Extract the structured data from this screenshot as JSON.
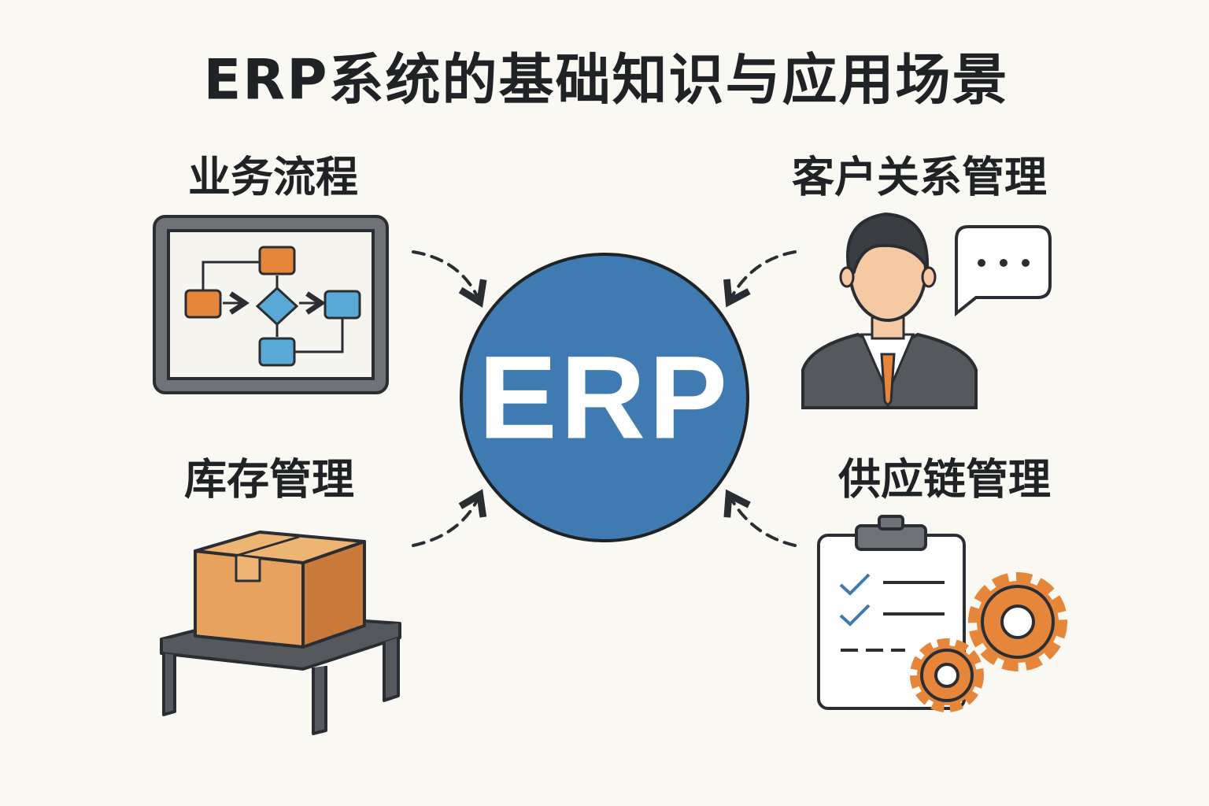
{
  "title": "ERP系统的基础知识与应用场景",
  "center": {
    "label": "ERP",
    "color": "#3f7bb0"
  },
  "modules": [
    {
      "label": "业务流程",
      "icon": "flowchart-icon"
    },
    {
      "label": "客户关系管理",
      "icon": "businessman-chat-icon"
    },
    {
      "label": "库存管理",
      "icon": "box-on-shelf-icon"
    },
    {
      "label": "供应链管理",
      "icon": "clipboard-gears-icon"
    }
  ],
  "colors": {
    "orange": "#e5863a",
    "blue": "#5aa8d6",
    "dark": "#2a2e33",
    "background": "#faf8f2"
  }
}
